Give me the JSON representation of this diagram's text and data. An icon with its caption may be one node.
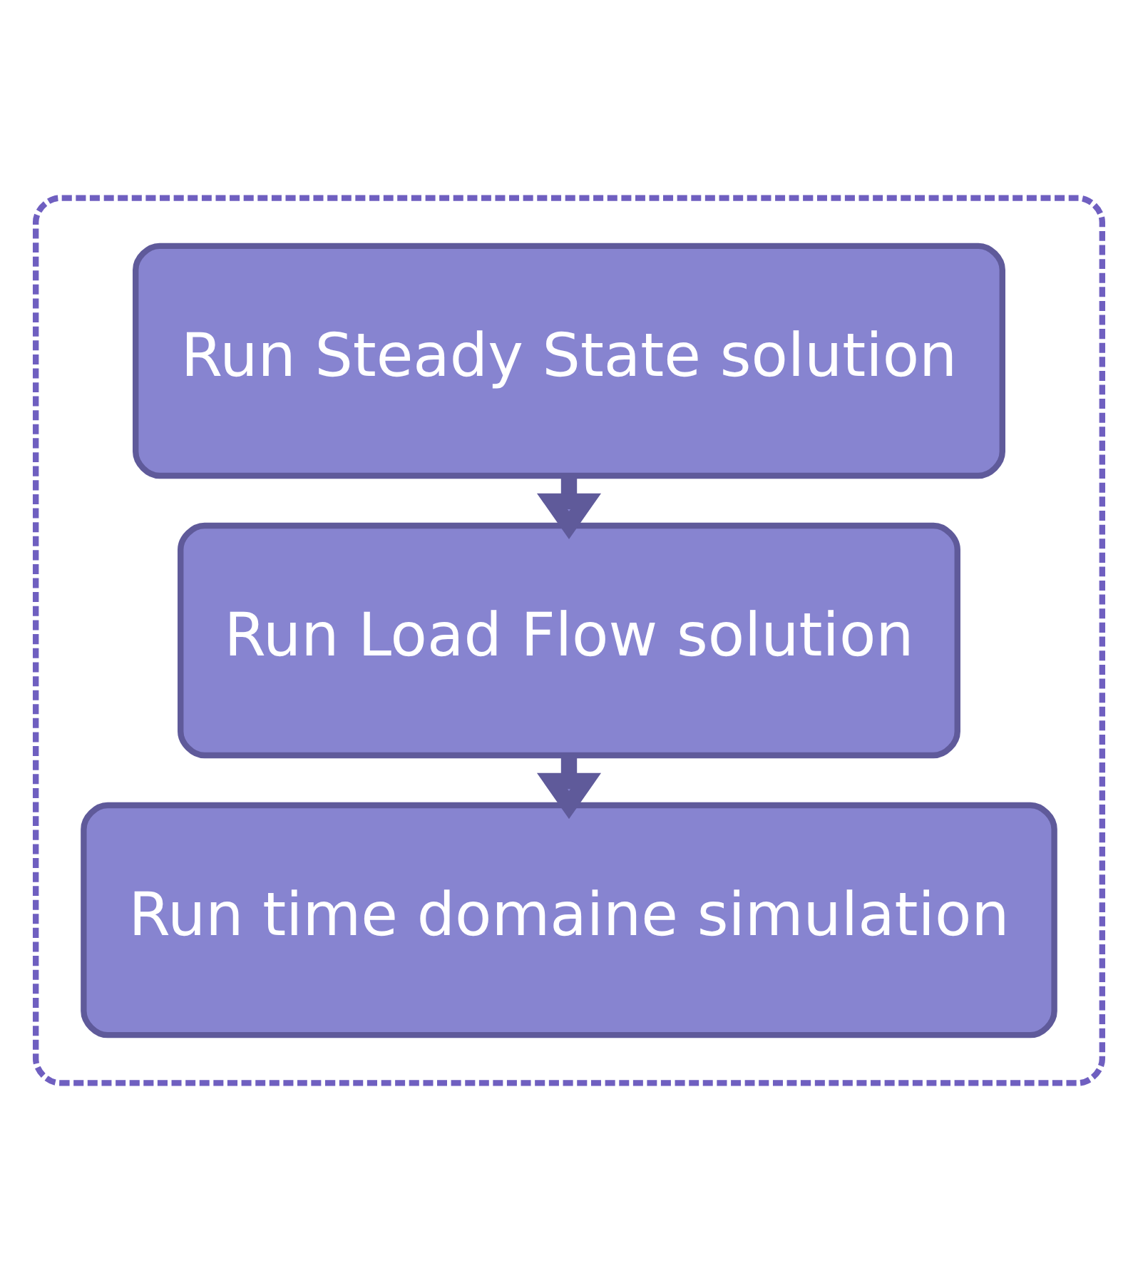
{
  "diagram": {
    "nodes": [
      {
        "text": [],
        "shape": "box"
      },
      {
        "text": [
          "Run Steady State solution"
        ],
        "in": 0
      },
      {
        "text": [
          "Run Load Flow solution"
        ],
        "in": 0
      },
      {
        "text": [
          "Run time domaine simulation"
        ],
        "in": 0
      }
    ],
    "edges": [
      {
        "from": 1,
        "to": 2,
        "arrow": "to"
      },
      {
        "from": 2,
        "to": 3,
        "arrow": "to"
      }
    ]
  }
}
